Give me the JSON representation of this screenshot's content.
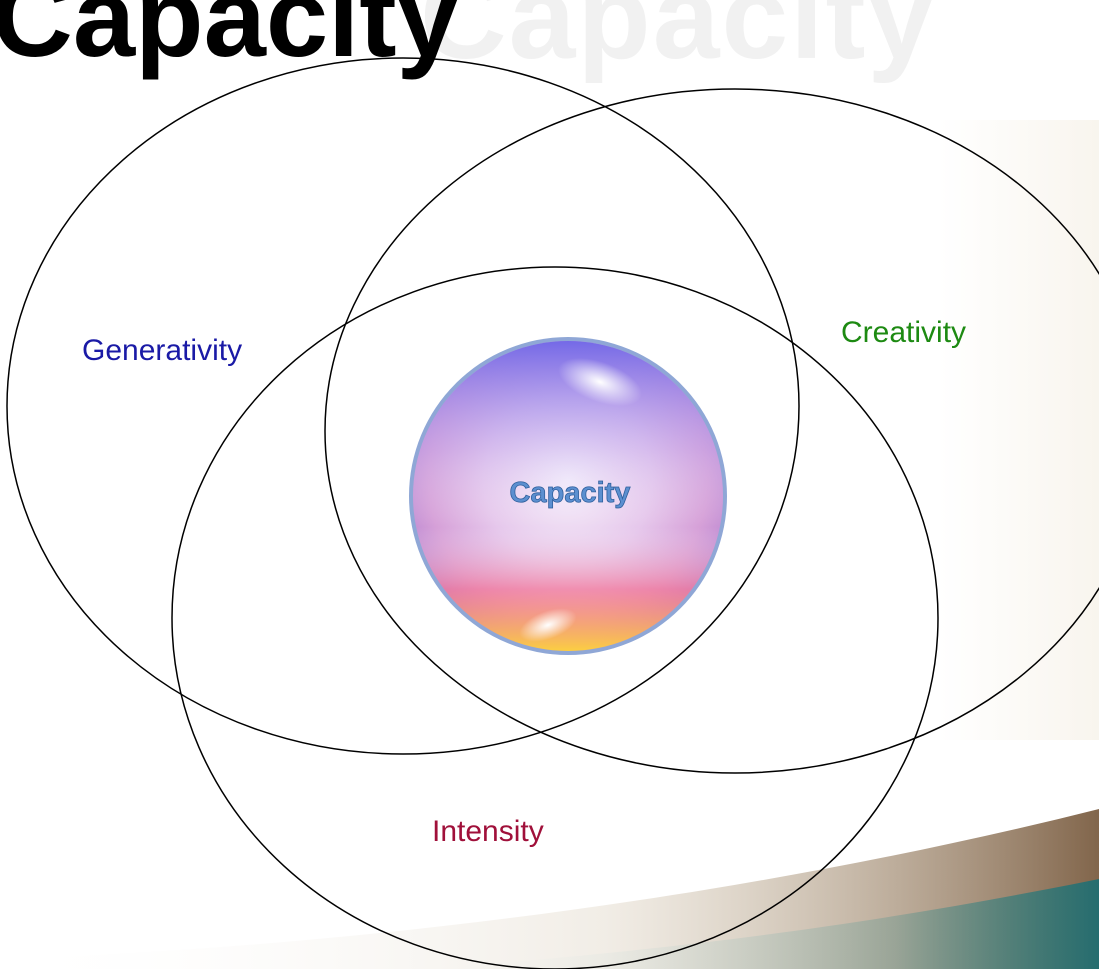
{
  "title": "Capacity",
  "circles": [
    {
      "label": "Generativity",
      "color": "#1a1aa6"
    },
    {
      "label": "Creativity",
      "color": "#1d8a12"
    },
    {
      "label": "Intensity",
      "color": "#a0103a"
    }
  ],
  "center": {
    "label": "Capacity",
    "text_color": "#4f86c6"
  }
}
